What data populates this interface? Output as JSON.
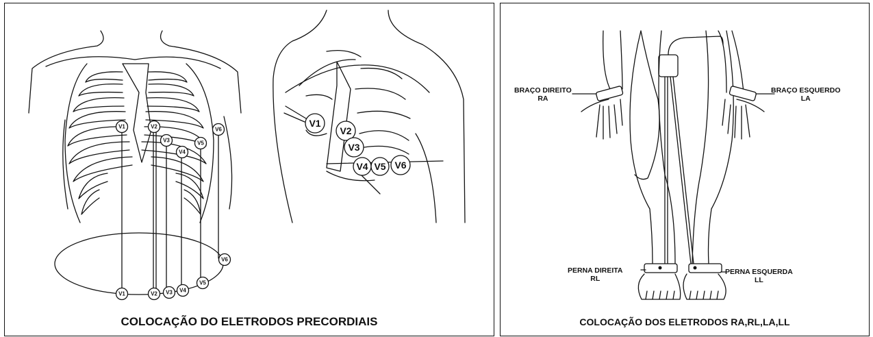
{
  "left_panel": {
    "caption": "COLOCAÇÃO DO ELETRODOS PRECORDIAIS",
    "front_electrodes": [
      "V1",
      "V2",
      "V3",
      "V4",
      "V5",
      "V6"
    ],
    "ring_electrodes": [
      "V1",
      "V2",
      "V3",
      "V4",
      "V5",
      "V6"
    ],
    "chest_electrodes": [
      "V1",
      "V2",
      "V3",
      "V4",
      "V5",
      "V6"
    ]
  },
  "right_panel": {
    "caption": "COLOCAÇÃO DOS ELETRODOS RA,RL,LA,LL",
    "labels": {
      "ra_line1": "BRAÇO DIREITO",
      "ra_line2": "RA",
      "la_line1": "BRAÇO ESQUERDO",
      "la_line2": "LA",
      "rl_line1": "PERNA  DIREITA",
      "rl_line2": "RL",
      "ll_line1": "PERNA  ESQUERDA",
      "ll_line2": "LL"
    }
  }
}
